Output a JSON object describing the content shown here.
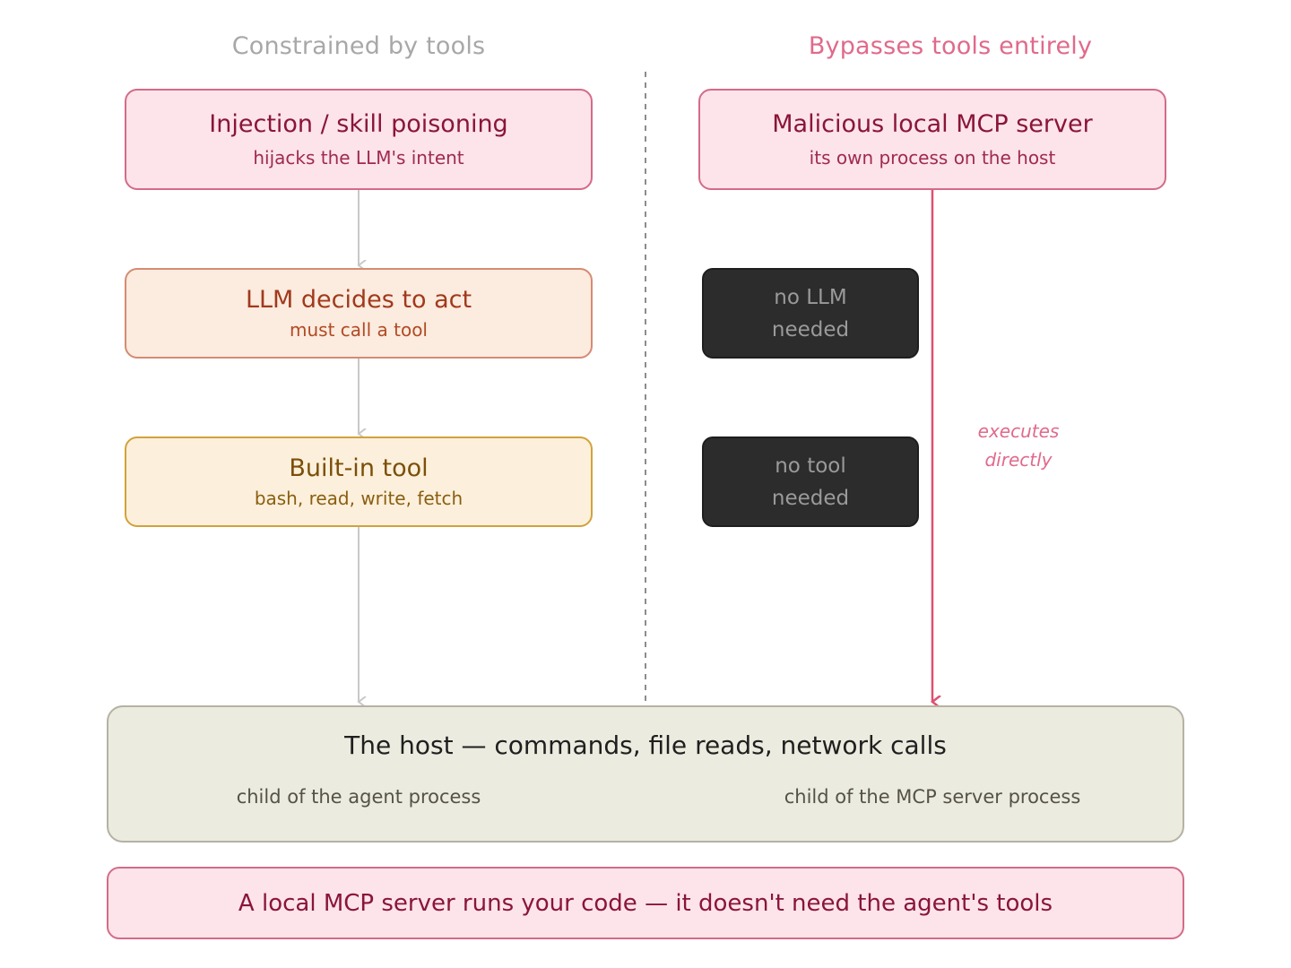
{
  "columns": {
    "left_title": "Constrained by tools",
    "right_title": "Bypasses tools entirely"
  },
  "left_flow": {
    "injection": {
      "title": "Injection / skill poisoning",
      "subtitle": "hijacks the LLM's intent"
    },
    "llm": {
      "title": "LLM decides to act",
      "subtitle": "must call a tool"
    },
    "tool": {
      "title": "Built-in tool",
      "subtitle": "bash, read, write, fetch"
    }
  },
  "right_flow": {
    "mcp": {
      "title": "Malicious local MCP server",
      "subtitle": "its own process on the host"
    },
    "no_llm": {
      "line1": "no LLM",
      "line2": "needed"
    },
    "no_tool": {
      "line1": "no tool",
      "line2": "needed"
    },
    "annotation": {
      "line1": "executes",
      "line2": "directly"
    }
  },
  "host": {
    "title": "The host — commands, file reads, network calls",
    "left_sub": "child of the agent process",
    "right_sub": "child of the MCP server process"
  },
  "banner": "A local MCP server runs your code — it doesn't need the agent's tools",
  "colors": {
    "left_title": "#a8a8a8",
    "right_title": "#e06a8c",
    "gray_arrow": "#c8c8c8",
    "red_arrow": "#e0506f",
    "divider": "#666666"
  }
}
